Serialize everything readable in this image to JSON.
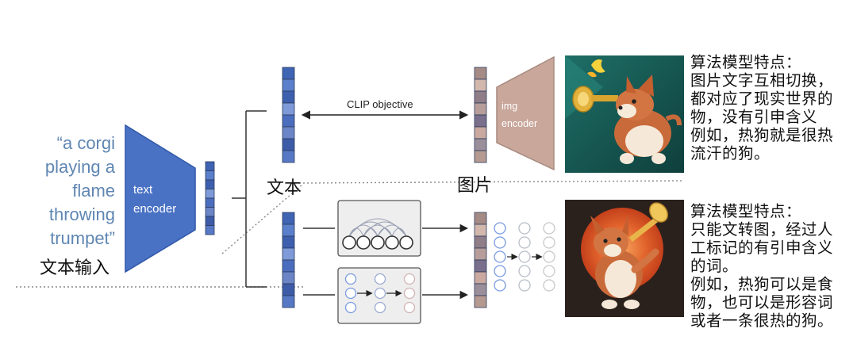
{
  "prompt_text": "“a corgi\nplaying a\nflame\nthrowing\ntrumpet”",
  "text_encoder_label": [
    "text",
    "encoder"
  ],
  "img_encoder_label": [
    "img",
    "encoder"
  ],
  "clip_objective_label": "CLIP objective",
  "labels": {
    "text_input": "文本输入",
    "text": "文本",
    "image": "图片"
  },
  "notes": {
    "top": "算法模型特点：\n图片文字互相切换，\n都对应了现实世界的\n物，没有引申含义\n例如，热狗就是很热\n流汗的狗。",
    "bottom": "算法模型特点：\n只能文转图，经过人\n工标记的有引申含义\n的词。\n例如，热狗可以是食\n物，也可以是形容词\n或者一条很热的狗。"
  },
  "colors": {
    "text_encoder": "#4a72c4",
    "img_encoder": "#c9a79b",
    "token_text": [
      "#3f64b3",
      "#5a7fcb",
      "#3d5fae",
      "#7e9ad8",
      "#4b6dbd",
      "#6c85c6",
      "#3e5ba8",
      "#5778c4"
    ],
    "token_img": [
      "#a58b86",
      "#d2b7ad",
      "#8f7d88",
      "#b79e9a",
      "#7a6f8c",
      "#caa9a0",
      "#9c8f9c",
      "#b59a92"
    ],
    "clip_arrow": "#222222"
  },
  "images": {
    "top": "corgi-trumpet-illustration",
    "bottom": "corgi-trumpet-sunset-illustration"
  }
}
